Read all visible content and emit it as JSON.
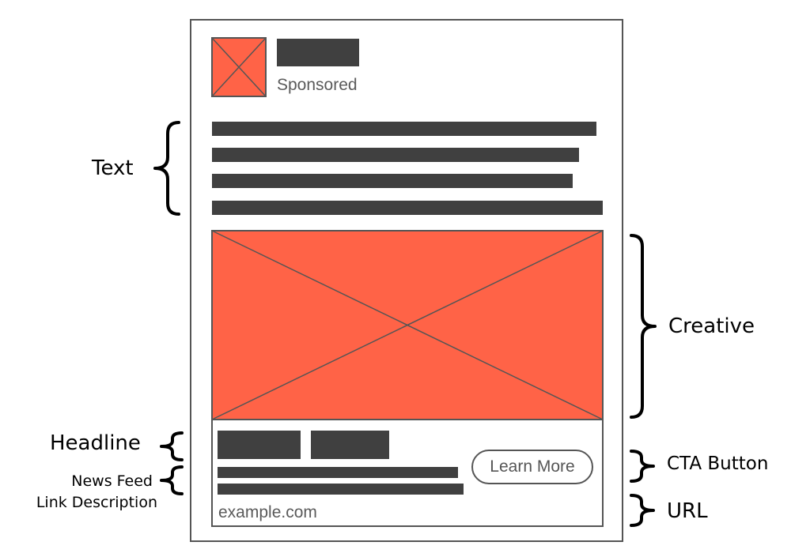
{
  "ad": {
    "sponsored_label": "Sponsored",
    "cta_label": "Learn More",
    "url_text": "example.com"
  },
  "annotations": {
    "text": "Text",
    "creative": "Creative",
    "headline": "Headline",
    "news_feed_line1": "News Feed",
    "news_feed_line2": "Link Description",
    "cta_button": "CTA Button",
    "url": "URL"
  },
  "colors": {
    "placeholder_fill": "#FF6347",
    "text_bar": "#404040",
    "border": "#555555",
    "label_text": "#000000",
    "muted_text": "#5A5A5A"
  },
  "icons": {
    "avatar": "image-placeholder-icon",
    "creative": "image-placeholder-icon"
  }
}
